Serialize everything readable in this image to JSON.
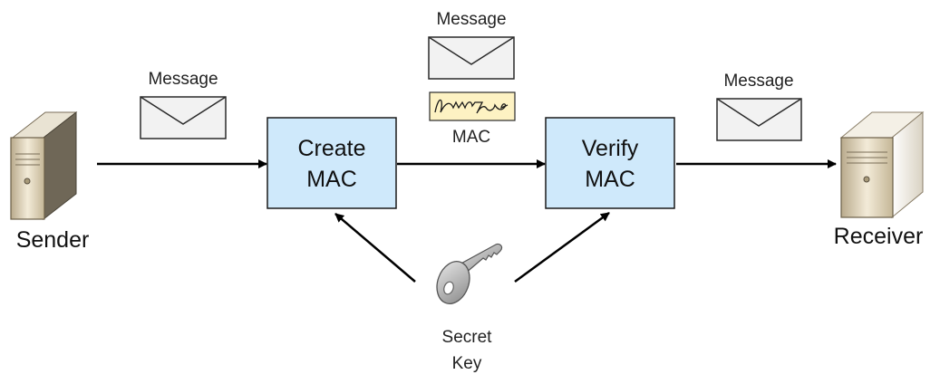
{
  "nodes": {
    "sender": {
      "label": "Sender"
    },
    "receiver": {
      "label": "Receiver"
    },
    "create_mac": {
      "line1": "Create",
      "line2": "MAC"
    },
    "verify_mac": {
      "line1": "Verify",
      "line2": "MAC"
    },
    "secret_key": {
      "line1": "Secret",
      "line2": "Key"
    }
  },
  "message_labels": {
    "sender_to_create": "Message",
    "create_to_verify": "Message",
    "verify_to_receiver": "Message"
  },
  "mac_tag_label": "MAC",
  "icons": {
    "sender_server": "server-icon",
    "receiver_server": "server-icon",
    "envelope": "envelope-icon",
    "signature": "signature-icon",
    "key": "key-icon"
  },
  "colors": {
    "process_box_fill": "#cfe9fb",
    "process_box_border": "#1a1a1a",
    "mac_tag_fill": "#fdf2c3",
    "arrow": "#000000"
  }
}
